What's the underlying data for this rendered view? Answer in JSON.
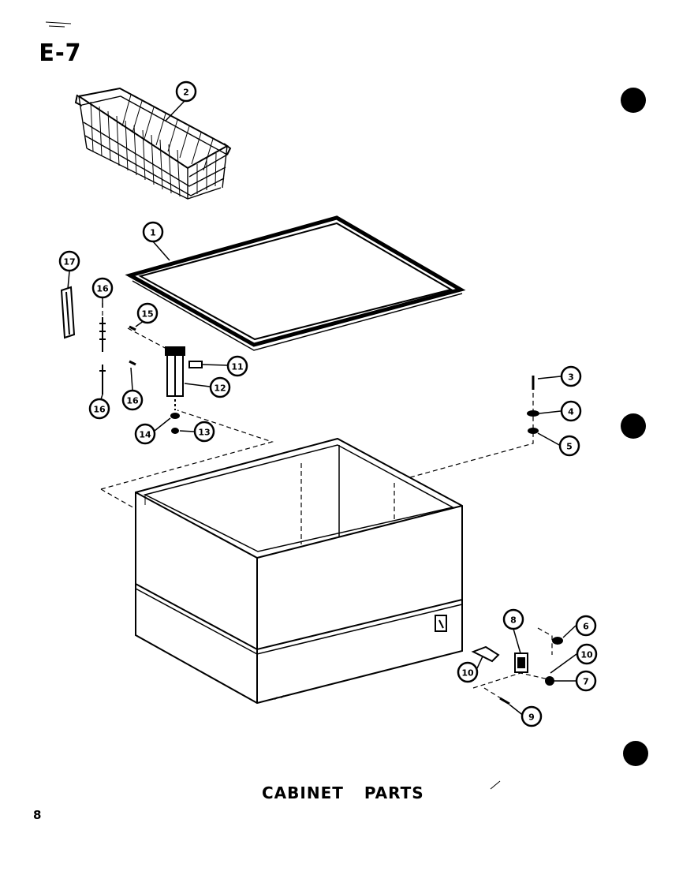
{
  "page": {
    "code": "E-7",
    "caption": "CABINET PARTS",
    "number": "8"
  },
  "callouts": [
    {
      "id": "c1",
      "label": "1"
    },
    {
      "id": "c2",
      "label": "2"
    },
    {
      "id": "c3",
      "label": "3"
    },
    {
      "id": "c4",
      "label": "4"
    },
    {
      "id": "c5",
      "label": "5"
    },
    {
      "id": "c6",
      "label": "6"
    },
    {
      "id": "c7",
      "label": "7"
    },
    {
      "id": "c8",
      "label": "8"
    },
    {
      "id": "c9",
      "label": "9"
    },
    {
      "id": "c10a",
      "label": "10"
    },
    {
      "id": "c10b",
      "label": "10"
    },
    {
      "id": "c11",
      "label": "11"
    },
    {
      "id": "c12",
      "label": "12"
    },
    {
      "id": "c13",
      "label": "13"
    },
    {
      "id": "c14",
      "label": "14"
    },
    {
      "id": "c15",
      "label": "15"
    },
    {
      "id": "c16a",
      "label": "16"
    },
    {
      "id": "c16b",
      "label": "16"
    },
    {
      "id": "c16c",
      "label": "16"
    },
    {
      "id": "c17",
      "label": "17"
    }
  ],
  "colors": {
    "ink": "#000000",
    "paper": "#ffffff"
  }
}
